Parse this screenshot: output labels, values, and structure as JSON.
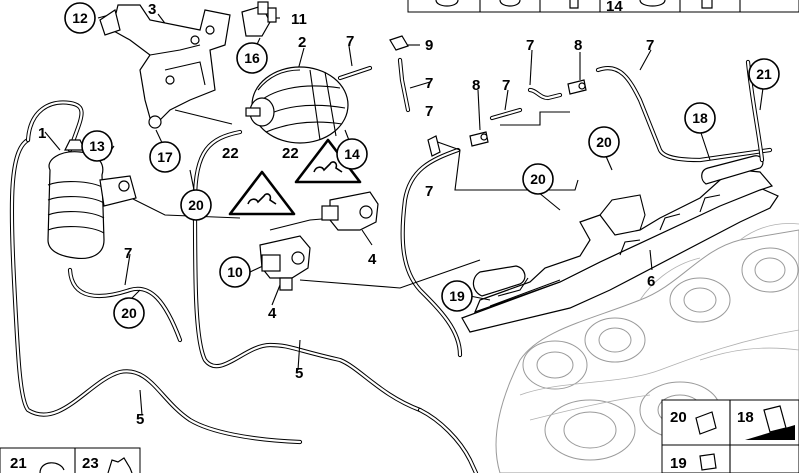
{
  "callouts": [
    {
      "id": "c12",
      "text": "12"
    },
    {
      "id": "c16",
      "text": "16"
    },
    {
      "id": "c17",
      "text": "17"
    },
    {
      "id": "c13",
      "text": "13"
    },
    {
      "id": "c20a",
      "text": "20"
    },
    {
      "id": "c20b",
      "text": "20"
    },
    {
      "id": "c14",
      "text": "14"
    },
    {
      "id": "c10",
      "text": "10"
    },
    {
      "id": "c18",
      "text": "18"
    },
    {
      "id": "c21",
      "text": "21"
    },
    {
      "id": "c20c",
      "text": "20"
    },
    {
      "id": "c20d",
      "text": "20"
    },
    {
      "id": "c19",
      "text": "19"
    }
  ],
  "labels": [
    {
      "id": "l3",
      "text": "3"
    },
    {
      "id": "l11",
      "text": "11"
    },
    {
      "id": "l2",
      "text": "2"
    },
    {
      "id": "l7a",
      "text": "7"
    },
    {
      "id": "l9",
      "text": "9"
    },
    {
      "id": "l7b",
      "text": "7"
    },
    {
      "id": "l7c",
      "text": "7"
    },
    {
      "id": "l8a",
      "text": "8"
    },
    {
      "id": "l7d",
      "text": "7"
    },
    {
      "id": "l8b",
      "text": "8"
    },
    {
      "id": "l7e",
      "text": "7"
    },
    {
      "id": "l7f",
      "text": "7"
    },
    {
      "id": "l7g",
      "text": "7"
    },
    {
      "id": "l7h",
      "text": "7"
    },
    {
      "id": "l1",
      "text": "1"
    },
    {
      "id": "l22a",
      "text": "22"
    },
    {
      "id": "l22b",
      "text": "22"
    },
    {
      "id": "l4a",
      "text": "4"
    },
    {
      "id": "l4b",
      "text": "4"
    },
    {
      "id": "l6",
      "text": "6"
    },
    {
      "id": "l5a",
      "text": "5"
    },
    {
      "id": "l5b",
      "text": "5"
    },
    {
      "id": "l14top",
      "text": "14"
    }
  ],
  "legend": {
    "right_top": [
      {
        "id": "k20",
        "text": "20"
      },
      {
        "id": "k18",
        "text": "18"
      }
    ],
    "right_bottom": [
      {
        "id": "k19",
        "text": "19"
      }
    ],
    "left_bottom": [
      {
        "id": "k21",
        "text": "21"
      },
      {
        "id": "k23",
        "text": "23"
      }
    ]
  }
}
